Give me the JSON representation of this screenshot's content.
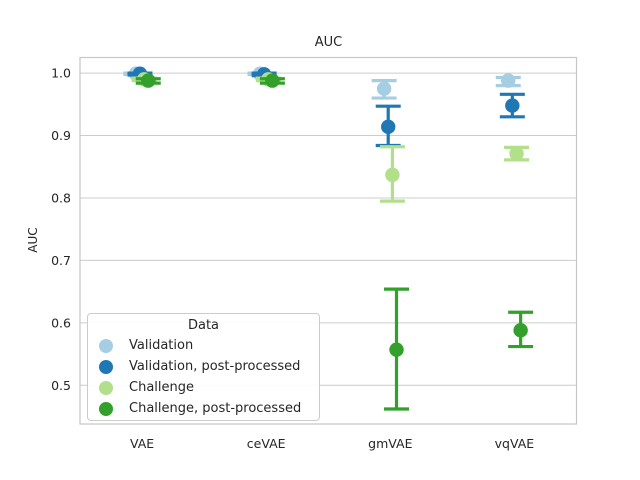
{
  "chart_data": {
    "type": "scatter",
    "subtype": "pointplot-with-error-bars",
    "title": "AUC",
    "xlabel": "",
    "ylabel": "AUC",
    "categories": [
      "VAE",
      "ceVAE",
      "gmVAE",
      "vqVAE"
    ],
    "y_ticks": [
      1.0,
      0.9,
      0.8,
      0.7,
      0.6,
      0.5
    ],
    "ylim": [
      0.438,
      1.025
    ],
    "grid": "horizontal",
    "legend": {
      "title": "Data",
      "position": "lower left"
    },
    "series": [
      {
        "name": "Validation",
        "color": "#a6cee3",
        "values": [
          0.999,
          0.999,
          0.975,
          0.988
        ],
        "err_lo": [
          0.998,
          0.998,
          0.96,
          0.98
        ],
        "err_hi": [
          1.0,
          1.0,
          0.988,
          0.993
        ]
      },
      {
        "name": "Validation, post-processed",
        "color": "#1f78b4",
        "values": [
          0.999,
          0.998,
          0.914,
          0.948
        ],
        "err_lo": [
          0.997,
          0.996,
          0.884,
          0.93
        ],
        "err_hi": [
          1.0,
          1.0,
          0.947,
          0.966
        ]
      },
      {
        "name": "Challenge",
        "color": "#b2df8a",
        "values": [
          0.99,
          0.99,
          0.837,
          0.871
        ],
        "err_lo": [
          0.988,
          0.988,
          0.795,
          0.861
        ],
        "err_hi": [
          0.992,
          0.992,
          0.882,
          0.881
        ]
      },
      {
        "name": "Challenge, post-processed",
        "color": "#33a02c",
        "values": [
          0.988,
          0.988,
          0.557,
          0.588
        ],
        "err_lo": [
          0.984,
          0.984,
          0.462,
          0.562
        ],
        "err_hi": [
          0.991,
          0.991,
          0.654,
          0.617
        ]
      }
    ],
    "style": {
      "grid_color": "#cccccc",
      "spine_color": "#c6c6c6",
      "text_color": "#262626",
      "background": "#ffffff"
    }
  }
}
